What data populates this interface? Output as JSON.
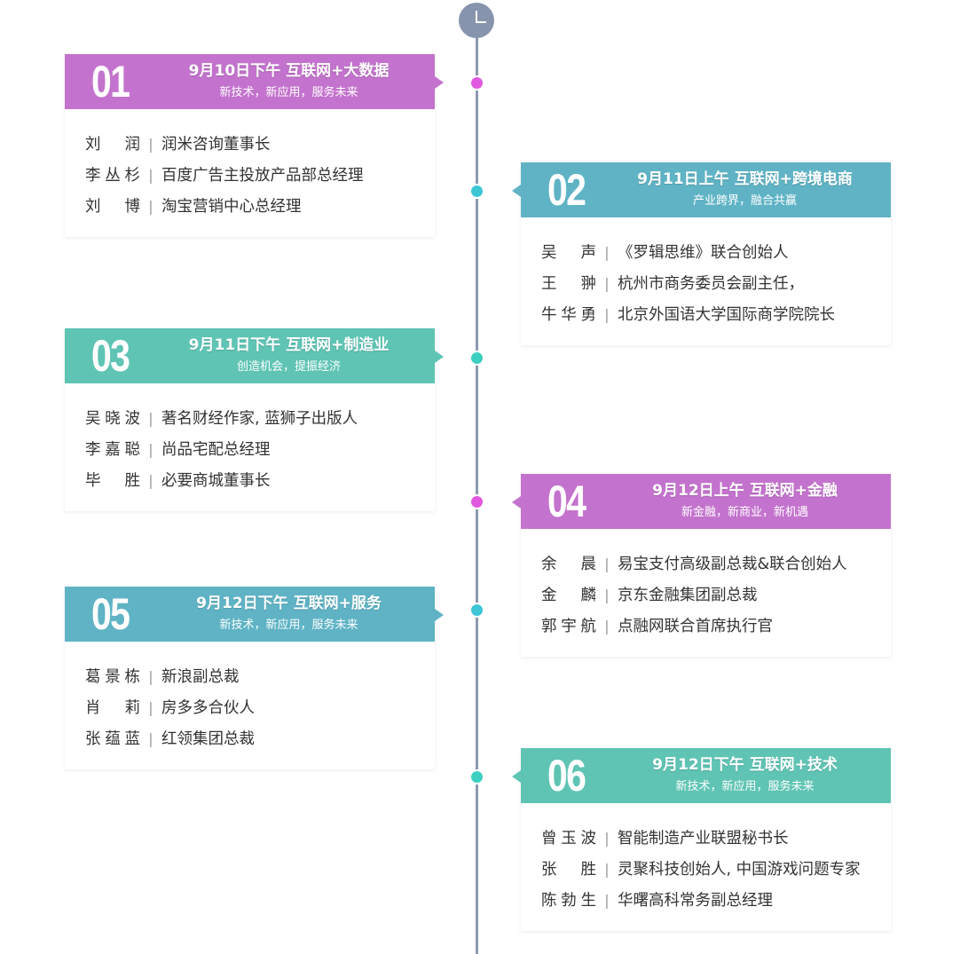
{
  "cards": [
    {
      "number": "01",
      "title": "9月10日下午 互联网+大数据",
      "subtitle": "新技术，新应用，服务未来",
      "color": "#c373cd",
      "people": [
        {
          "name": "刘 润",
          "role": "润米咨询董事长"
        },
        {
          "name": "李丛杉",
          "role": "百度广告主投放产品部总经理"
        },
        {
          "name": "刘 博",
          "role": "淘宝营销中心总经理"
        }
      ]
    },
    {
      "number": "02",
      "title": "9月11日上午 互联网+跨境电商",
      "subtitle": "产业跨界，融合共赢",
      "color": "#5fb3c5",
      "people": [
        {
          "name": "吴 声",
          "role": "《罗辑思维》联合创始人"
        },
        {
          "name": "王 翀",
          "role": "杭州市商务委员会副主任，"
        },
        {
          "name": "牛华勇",
          "role": "北京外国语大学国际商学院院长"
        }
      ]
    },
    {
      "number": "03",
      "title": "9月11日下午 互联网+制造业",
      "subtitle": "创造机会，提振经济",
      "color": "#5fc4b4",
      "people": [
        {
          "name": "吴晓波",
          "role": "著名财经作家, 蓝狮子出版人"
        },
        {
          "name": "李嘉聪",
          "role": "尚品宅配总经理"
        },
        {
          "name": "毕 胜",
          "role": "必要商城董事长"
        }
      ]
    },
    {
      "number": "04",
      "title": "9月12日上午 互联网+金融",
      "subtitle": "新金融，新商业，新机遇",
      "color": "#c373cd",
      "people": [
        {
          "name": "余 晨",
          "role": "易宝支付高级副总裁&联合创始人"
        },
        {
          "name": "金 麟",
          "role": "京东金融集团副总裁"
        },
        {
          "name": "郭宇航",
          "role": "点融网联合首席执行官"
        }
      ]
    },
    {
      "number": "05",
      "title": "9月12日下午 互联网+服务",
      "subtitle": "新技术，新应用，服务未来",
      "color": "#5fb3c5",
      "people": [
        {
          "name": "葛景栋",
          "role": "新浪副总裁"
        },
        {
          "name": "肖 莉",
          "role": "房多多合伙人"
        },
        {
          "name": "张蕴蓝",
          "role": "红领集团总裁"
        }
      ]
    },
    {
      "number": "06",
      "title": "9月12日下午 互联网+技术",
      "subtitle": "新技术，新应用，服务未来",
      "color": "#5fc4b4",
      "people": [
        {
          "name": "曾玉波",
          "role": "智能制造产业联盟秘书长"
        },
        {
          "name": "张 胜",
          "role": "灵聚科技创始人, 中国游戏问题专家"
        },
        {
          "name": "陈勃生",
          "role": "华曙高科常务副总经理"
        }
      ]
    }
  ],
  "separator": "|",
  "icons": {
    "clock": "clock-icon"
  }
}
